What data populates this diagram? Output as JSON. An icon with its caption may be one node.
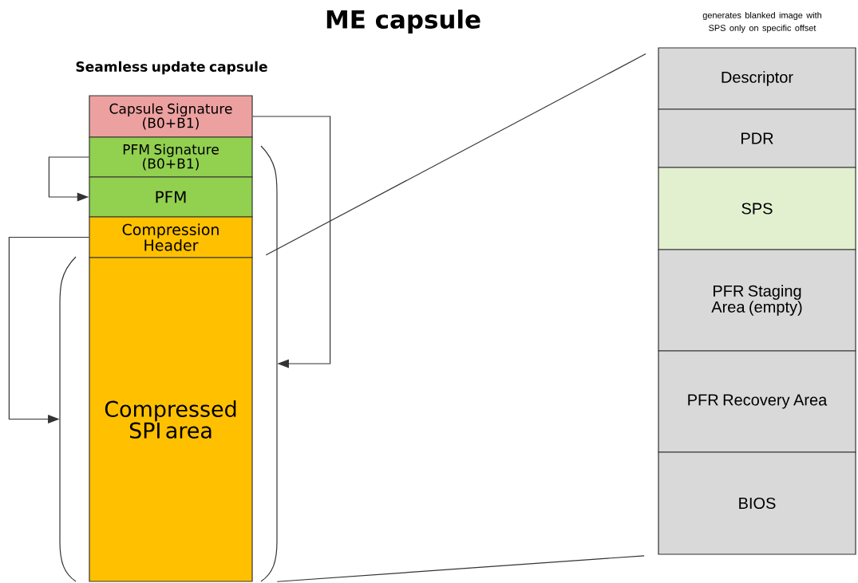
{
  "diagram": {
    "title": "ME capsule",
    "nodes": [
      {
        "text": [
          "Capsule Signature (B0+B1)"
        ]
      },
      {
        "text": [
          "PFM Signature (B0+B1)"
        ]
      },
      {
        "text": [
          "PFM"
        ]
      },
      {
        "text": [
          "Compression Header"
        ]
      },
      {
        "text": [
          "Compressed SPI area"
        ]
      },
      {
        "text": [
          "Descriptor"
        ]
      },
      {
        "text": [
          "PDR"
        ]
      },
      {
        "text": [
          "SPS"
        ]
      },
      {
        "text": [
          "PFR Staging Area (empty)"
        ]
      },
      {
        "text": [
          "PFR Recovery Area"
        ]
      },
      {
        "text": [
          "BIOS"
        ]
      },
      {
        "text": [],
        "shape": "bracket"
      },
      {
        "text": [],
        "shape": "bracket"
      }
    ],
    "edges": [
      {
        "from": 0,
        "to": 12,
        "arrow": "to"
      },
      {
        "from": 1,
        "to": 2,
        "arrow": "to"
      },
      {
        "from": 3,
        "to": 11,
        "arrow": "to"
      },
      {
        "from": 12,
        "to": 5,
        "arrow": "none"
      },
      {
        "from": 12,
        "to": 10,
        "arrow": "none"
      }
    ],
    "labels": [
      "Seamless update capsule",
      "generates blanked image with SPS only on specific offset"
    ]
  }
}
